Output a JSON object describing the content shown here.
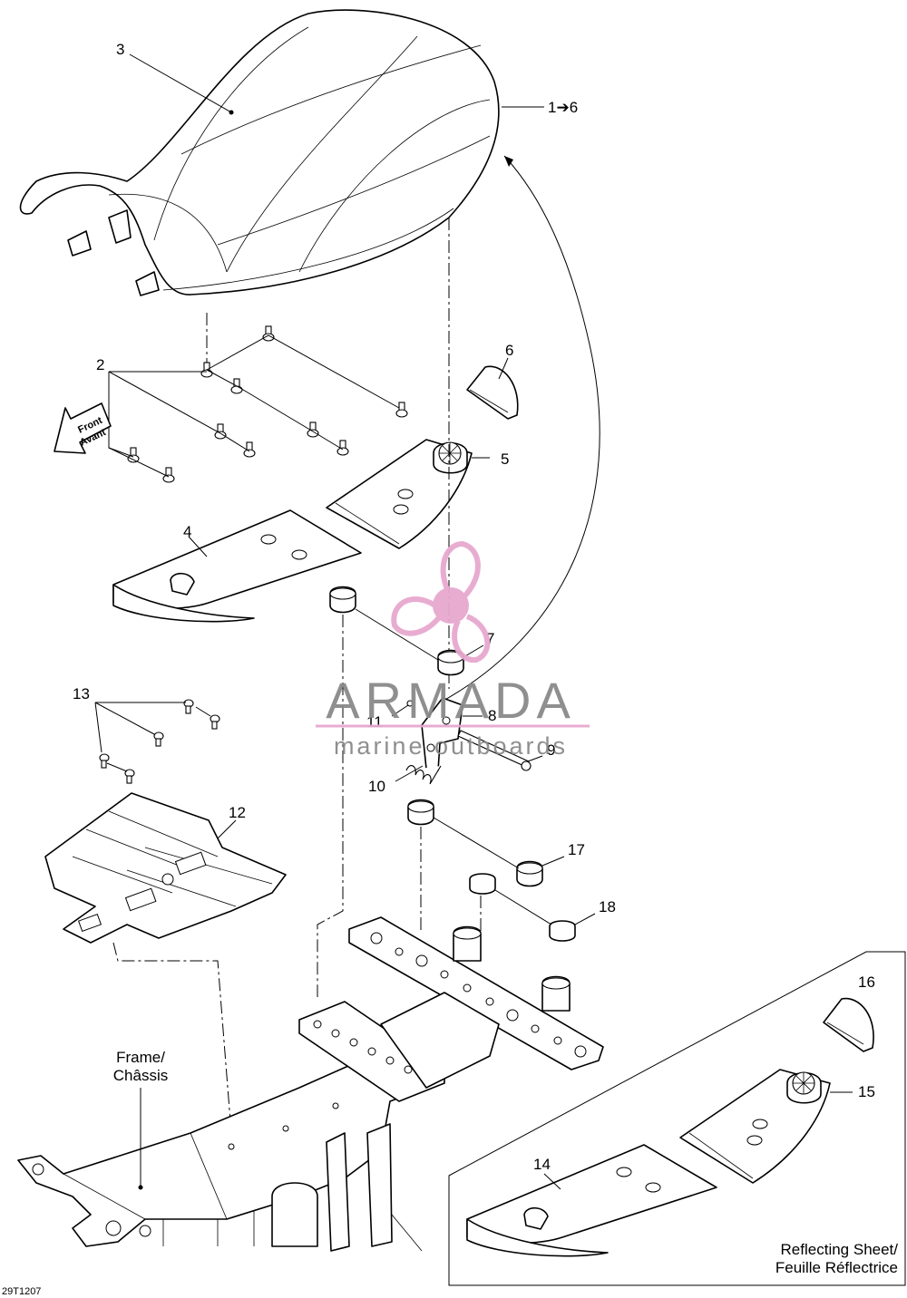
{
  "labels": {
    "l1": "1➔6",
    "l2": "2",
    "l3": "3",
    "l4": "4",
    "l5": "5",
    "l6": "6",
    "l7": "7",
    "l8": "8",
    "l9": "9",
    "l10": "10",
    "l11": "11",
    "l12": "12",
    "l13": "13",
    "l14": "14",
    "l15": "15",
    "l16": "16",
    "l17": "17",
    "l18": "18"
  },
  "front_arrow": {
    "line1": "Front",
    "line2": "Avant"
  },
  "frame_label": {
    "line1": "Frame/",
    "line2": "Châssis"
  },
  "reflecting_sheet": {
    "line1": "Reflecting Sheet/",
    "line2": "Feuille Réflectrice"
  },
  "drawing_code": "29T1207",
  "watermark": {
    "brand": "ARMADA",
    "tagline": "marine outboards",
    "color": "#e7a8cf"
  }
}
